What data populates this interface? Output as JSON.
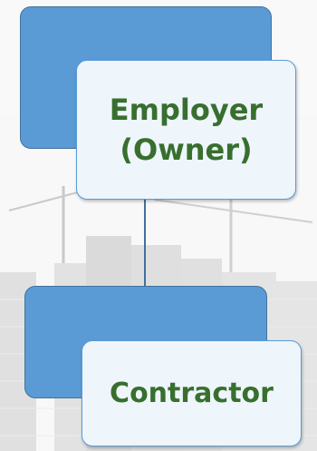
{
  "diagram": {
    "nodes": [
      {
        "id": "employer",
        "lines": [
          "Employer",
          "(Owner)"
        ]
      },
      {
        "id": "contractor",
        "lines": [
          "Contractor"
        ]
      }
    ],
    "edges": [
      {
        "from": "employer",
        "to": "contractor"
      }
    ]
  },
  "colors": {
    "box_fill": "#5b9bd5",
    "label_fill": "#eef5fb",
    "text": "#386f2e",
    "connector": "#41719c"
  }
}
